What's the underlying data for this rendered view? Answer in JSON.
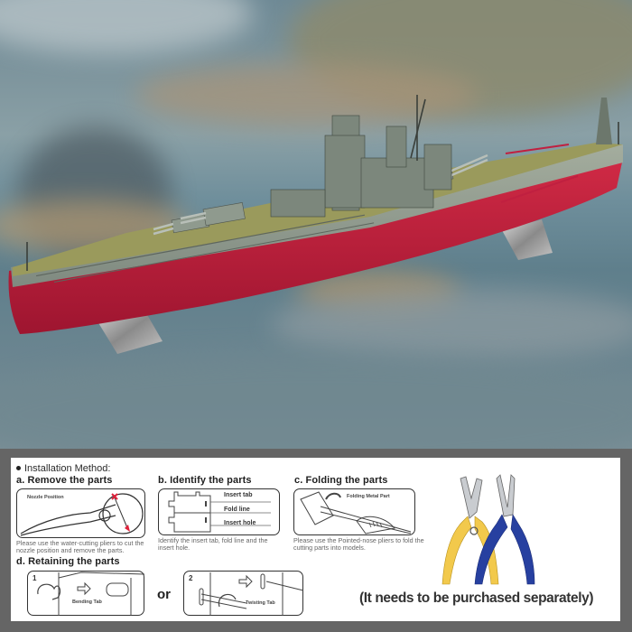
{
  "product_photo": {
    "subject": "metal 3D battleship model kit",
    "hull_color": "#c0203c",
    "deck_color": "#9a9a5c",
    "superstructure_color": "#8e9a8e",
    "background": "blurred harbor seascape"
  },
  "instructions": {
    "title": "Installation Method:",
    "steps": [
      {
        "heading": "a. Remove the parts",
        "diagram_labels": [
          "Nozzle Position"
        ],
        "caption": "Please use the water-cutting pliers to cut the nozzle position and remove the parts."
      },
      {
        "heading": "b. Identify the parts",
        "diagram_labels": [
          "Insert tab",
          "Fold line",
          "Insert hole"
        ],
        "caption": "Identify the insert tab, fold line and the insert hole."
      },
      {
        "heading": "c. Folding the parts",
        "diagram_labels": [
          "Folding Metal Part"
        ],
        "caption": "Please use the Pointed-nose pliers to fold the cutting parts into models."
      },
      {
        "heading": "d. Retaining the parts",
        "options": [
          {
            "number": "1",
            "label": "Bending Tab"
          },
          {
            "number": "2",
            "label": "Twisting Tab"
          }
        ],
        "separator": "or"
      }
    ]
  },
  "tools": {
    "items": [
      "water-cutting pliers",
      "pointed-nose pliers"
    ],
    "colors": {
      "yellow_handle": "#f2c94c",
      "blue_handle": "#2740a0"
    },
    "note": "(It needs to be purchased separately)"
  },
  "colors": {
    "frame": "#656565",
    "panel": "#ffffff",
    "text_dark": "#1f1f1f",
    "caption_text": "#666666"
  }
}
